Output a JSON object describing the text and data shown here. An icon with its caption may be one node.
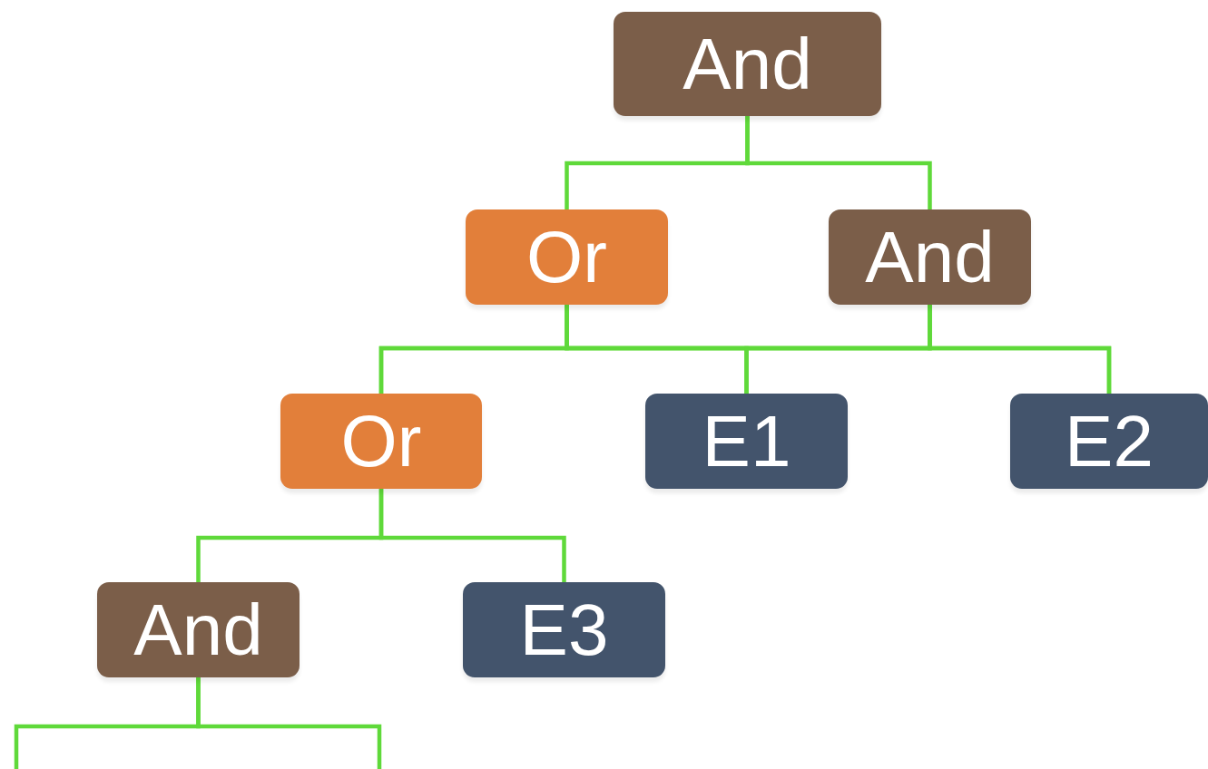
{
  "diagram": {
    "nodes": [
      {
        "text": [
          "And"
        ]
      },
      {
        "text": [
          "Or"
        ]
      },
      {
        "text": [
          "And"
        ]
      },
      {
        "text": [
          "Or"
        ]
      },
      {
        "text": [
          "E1"
        ]
      },
      {
        "text": [
          "E2"
        ]
      },
      {
        "text": [
          "And"
        ]
      },
      {
        "text": [
          "E3"
        ]
      }
    ],
    "edges": [
      {
        "from": 0,
        "to": 1,
        "arrow": "none"
      },
      {
        "from": 0,
        "to": 2,
        "arrow": "none"
      },
      {
        "from": 1,
        "to": 3,
        "arrow": "none"
      },
      {
        "from": 1,
        "to": 4,
        "arrow": "none"
      },
      {
        "from": 1,
        "to": 5,
        "arrow": "none"
      },
      {
        "from": 2,
        "to": 3,
        "arrow": "none"
      },
      {
        "from": 2,
        "to": 4,
        "arrow": "none"
      },
      {
        "from": 2,
        "to": 5,
        "arrow": "none"
      },
      {
        "from": 3,
        "to": 6,
        "arrow": "none"
      },
      {
        "from": 3,
        "to": 7,
        "arrow": "none"
      },
      {
        "from": 6,
        "to": null,
        "arrow": "none"
      },
      {
        "from": 6,
        "to": null,
        "arrow": "none"
      }
    ]
  }
}
